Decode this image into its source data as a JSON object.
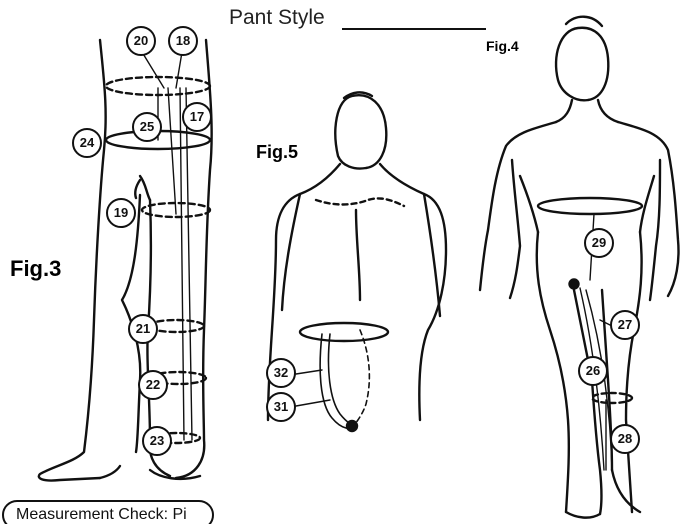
{
  "header": {
    "title": "Pant Style"
  },
  "figures": {
    "fig3": "Fig.3",
    "fig4": "Fig.4",
    "fig5": "Fig.5"
  },
  "labels": {
    "l17": "17",
    "l18": "18",
    "l19": "19",
    "l20": "20",
    "l21": "21",
    "l22": "22",
    "l23": "23",
    "l24": "24",
    "l25": "25",
    "l26": "26",
    "l27": "27",
    "l28": "28",
    "l29": "29",
    "l31": "31",
    "l32": "32"
  },
  "footer": {
    "tab_label": "Measurement Check: Pi"
  }
}
